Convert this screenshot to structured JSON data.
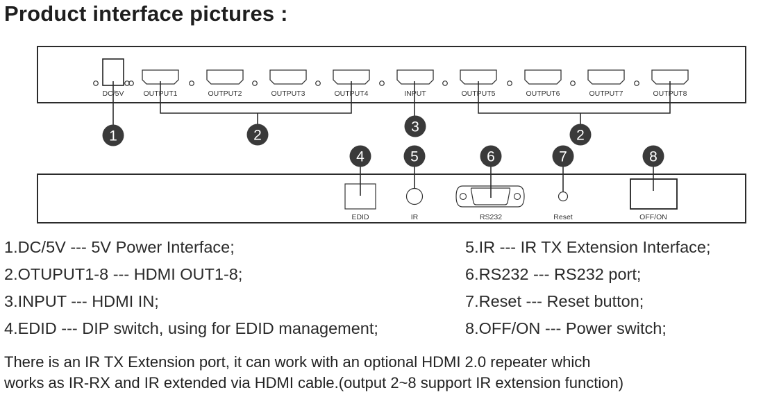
{
  "title": "Product interface pictures :",
  "front_panel": {
    "ports": [
      {
        "id": "dc5v",
        "label": "DC/5V",
        "type": "power"
      },
      {
        "id": "output1",
        "label": "OUTPUT1",
        "type": "hdmi"
      },
      {
        "id": "output2",
        "label": "OUTPUT2",
        "type": "hdmi"
      },
      {
        "id": "output3",
        "label": "OUTPUT3",
        "type": "hdmi"
      },
      {
        "id": "output4",
        "label": "OUTPUT4",
        "type": "hdmi"
      },
      {
        "id": "input",
        "label": "INPUT",
        "type": "hdmi"
      },
      {
        "id": "output5",
        "label": "OUTPUT5",
        "type": "hdmi"
      },
      {
        "id": "output6",
        "label": "OUTPUT6",
        "type": "hdmi"
      },
      {
        "id": "output7",
        "label": "OUTPUT7",
        "type": "hdmi"
      },
      {
        "id": "output8",
        "label": "OUTPUT8",
        "type": "hdmi"
      }
    ]
  },
  "rear_panel": {
    "ports": [
      {
        "id": "edid",
        "label": "EDID",
        "type": "dip-switch"
      },
      {
        "id": "ir",
        "label": "IR",
        "type": "ir-jack"
      },
      {
        "id": "rs232",
        "label": "RS232",
        "type": "db9"
      },
      {
        "id": "reset",
        "label": "Reset",
        "type": "button"
      },
      {
        "id": "offon",
        "label": "OFF/ON",
        "type": "power-switch"
      }
    ]
  },
  "callouts": [
    "1",
    "2",
    "3",
    "2",
    "4",
    "5",
    "6",
    "7",
    "8"
  ],
  "legend": {
    "left": [
      "1.DC/5V --- 5V Power Interface;",
      "2.OTUPUT1-8 --- HDMI OUT1-8;",
      "3.INPUT --- HDMI IN;",
      "4.EDID --- DIP switch, using for EDID management;"
    ],
    "right": [
      "5.IR --- IR TX Extension Interface;",
      "6.RS232 --- RS232 port;",
      "7.Reset --- Reset button;",
      "8.OFF/ON --- Power switch;"
    ]
  },
  "note": [
    "There is an IR TX Extension port, it can work with an optional HDMI 2.0 repeater which",
    "works as IR-RX and IR extended via HDMI cable.(output 2~8 support IR extension function)"
  ],
  "colors": {
    "line": "#2b2b2b",
    "badge": "#3a3a3a",
    "badge_text": "#ffffff"
  }
}
